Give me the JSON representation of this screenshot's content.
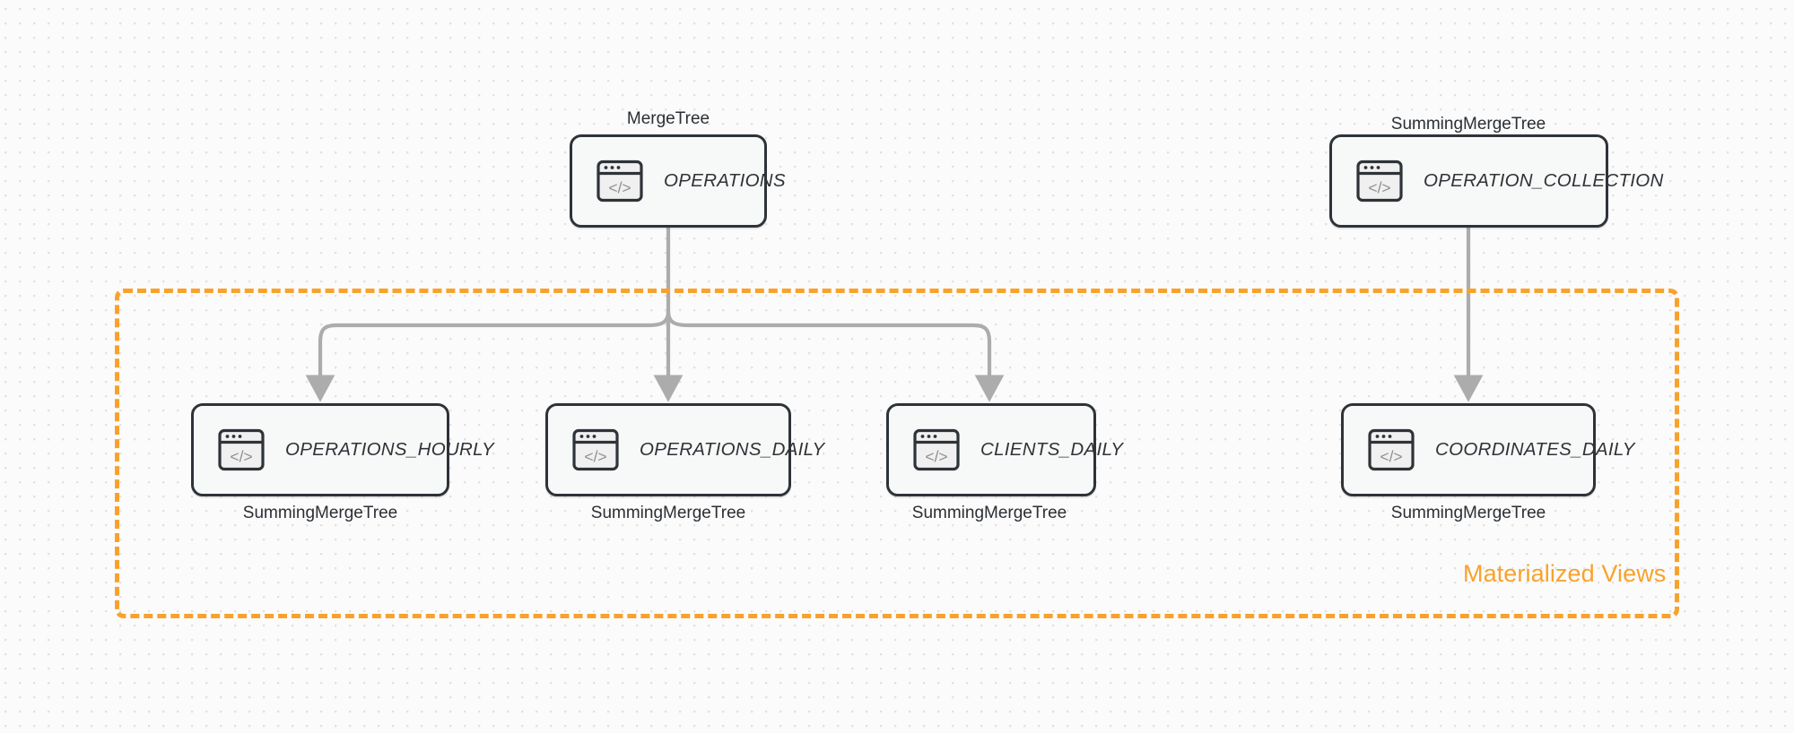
{
  "diagram": {
    "background": "#fbfbfb",
    "accent_color": "#f8a22c",
    "edge_color": "#acacac",
    "card_border_color": "#2e3338",
    "card_fill_color": "#f7f8f8"
  },
  "group": {
    "label": "Materialized Views",
    "style": "dashed"
  },
  "sources": [
    {
      "id": "operations",
      "name": "OPERATIONS",
      "engine": "MergeTree",
      "engine_position": "above",
      "icon": "code-window-icon"
    },
    {
      "id": "operation_collection",
      "name": "OPERATION_COLLECTION",
      "engine": "SummingMergeTree",
      "engine_position": "above",
      "icon": "code-window-icon"
    }
  ],
  "views": [
    {
      "id": "operations_hourly",
      "name": "OPERATIONS_HOURLY",
      "engine": "SummingMergeTree",
      "engine_position": "below",
      "icon": "code-window-icon"
    },
    {
      "id": "operations_daily",
      "name": "OPERATIONS_DAILY",
      "engine": "SummingMergeTree",
      "engine_position": "below",
      "icon": "code-window-icon"
    },
    {
      "id": "clients_daily",
      "name": "CLIENTS_DAILY",
      "engine": "SummingMergeTree",
      "engine_position": "below",
      "icon": "code-window-icon"
    },
    {
      "id": "coordinates_daily",
      "name": "COORDINATES_DAILY",
      "engine": "SummingMergeTree",
      "engine_position": "below",
      "icon": "code-window-icon"
    }
  ],
  "edges": [
    {
      "from": "operations",
      "to": "operations_hourly"
    },
    {
      "from": "operations",
      "to": "operations_daily"
    },
    {
      "from": "operations",
      "to": "clients_daily"
    },
    {
      "from": "operation_collection",
      "to": "coordinates_daily"
    }
  ]
}
